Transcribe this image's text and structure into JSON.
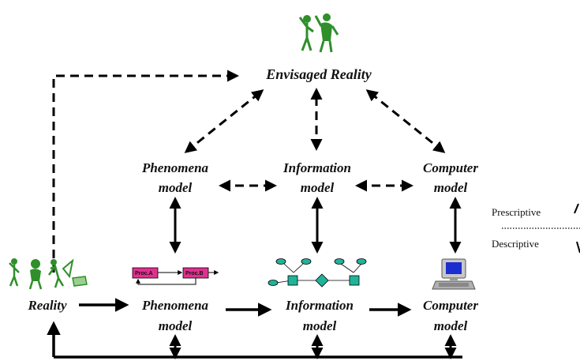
{
  "diagram": {
    "top": {
      "label": "Envisaged Reality"
    },
    "middle": {
      "phenomena": {
        "line1": "Phenomena",
        "line2": "model"
      },
      "information": {
        "line1": "Information",
        "line2": "model"
      },
      "computer": {
        "line1": "Computer",
        "line2": "model"
      }
    },
    "bottom": {
      "reality": "Reality",
      "phenomena": {
        "line1": "Phenomena",
        "line2": "model"
      },
      "information": {
        "line1": "Information",
        "line2": "model"
      },
      "computer": {
        "line1": "Computer",
        "line2": "model"
      }
    },
    "side": {
      "prescriptive": "Prescriptive",
      "descriptive": "Descriptive"
    },
    "process_boxes": {
      "a": "Proc.A",
      "b": "Proc.B"
    },
    "colors": {
      "figure_green": "#2f8f2a",
      "process_magenta": "#e0308f",
      "entity_teal": "#20b39a",
      "arrow": "#000000"
    },
    "icons": [
      "dancing-people-icon",
      "reality-people-icon",
      "process-diagram-icon",
      "information-network-icon",
      "computer-icon"
    ]
  }
}
